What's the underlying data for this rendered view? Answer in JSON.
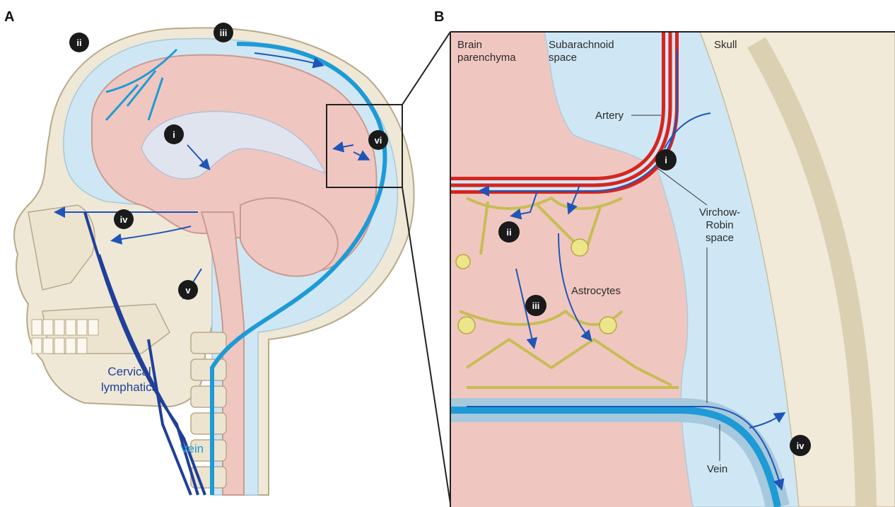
{
  "panels": {
    "a": "A",
    "b": "B"
  },
  "panel_a": {
    "markers": {
      "i": "i",
      "ii": "ii",
      "iii": "iii",
      "iv": "iv",
      "v": "v",
      "vi": "vi"
    },
    "labels": {
      "cervical_1": "Cervical",
      "cervical_2": "lymphatics",
      "vein": "Vein"
    }
  },
  "panel_b": {
    "labels": {
      "brain_1": "Brain",
      "brain_2": "parenchyma",
      "subarach_1": "Subarachnoid",
      "subarach_2": "space",
      "skull": "Skull",
      "artery": "Artery",
      "virchow_1": "Virchow-",
      "virchow_2": "Robin",
      "virchow_3": "space",
      "astrocytes": "Astrocytes",
      "vein": "Vein"
    },
    "markers": {
      "i": "i",
      "ii": "ii",
      "iii": "iii",
      "iv": "iv"
    }
  },
  "colors": {
    "bone": "#efe8d6",
    "brain": "#f0c7c0",
    "csf": "#cfe7f4",
    "vein": "#1e9ad6",
    "lymph": "#1f3f9a",
    "artery": "#d8241e",
    "astro": "#ece58a"
  }
}
